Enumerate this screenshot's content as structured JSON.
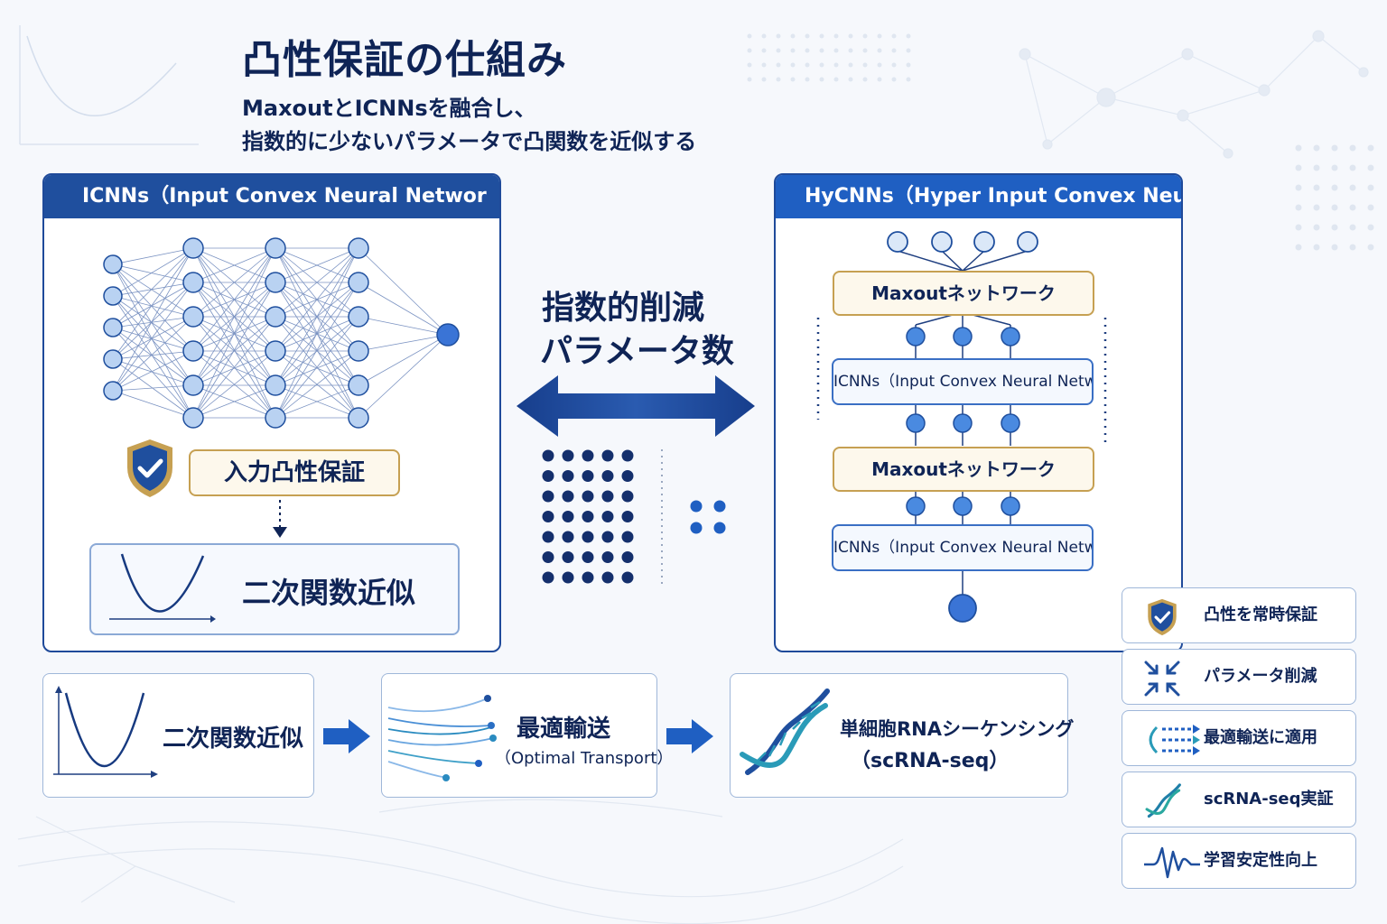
{
  "header": {
    "title": "凸性保証の仕組み",
    "subtitle_line1": "MaxoutとICNNsを融合し、",
    "subtitle_line2": "指数的に少ないパラメータで凸関数を近似する"
  },
  "left_panel": {
    "title": "ICNNs（Input Convex Neural Networ",
    "guarantee_label": "入力凸性保証",
    "approx_label": "二次関数近似"
  },
  "center": {
    "line1": "指数的削減",
    "line2": "パラメータ数"
  },
  "right_panel": {
    "title": "HyCNNs（Hyper Input Convex Neural",
    "blocks": [
      "Maxoutネットワーク",
      "ICNNs（Input Convex Neural Networ",
      "Maxoutネットワーク",
      "ICNNs（Input Convex Neural Networ"
    ]
  },
  "flow": {
    "step1": "二次関数近似",
    "step2_title": "最適輸送",
    "step2_sub": "（Optimal Transport）",
    "step3_title": "単細胞RNAシーケンシング",
    "step3_sub": "（scRNA-seq）"
  },
  "benefits": [
    {
      "icon": "shield-check-icon",
      "label": "凸性を常時保証"
    },
    {
      "icon": "compress-arrows-icon",
      "label": "パラメータ削減"
    },
    {
      "icon": "transport-arrows-icon",
      "label": "最適輸送に適用"
    },
    {
      "icon": "dna-icon",
      "label": "scRNA-seq実証"
    },
    {
      "icon": "waveform-icon",
      "label": "学習安定性向上"
    }
  ],
  "colors": {
    "navy": "#0f2456",
    "header_blue": "#1f4f9e",
    "accent_blue": "#1f5fc2",
    "gold": "#c6a052",
    "node_fill": "#b9d2f2"
  }
}
